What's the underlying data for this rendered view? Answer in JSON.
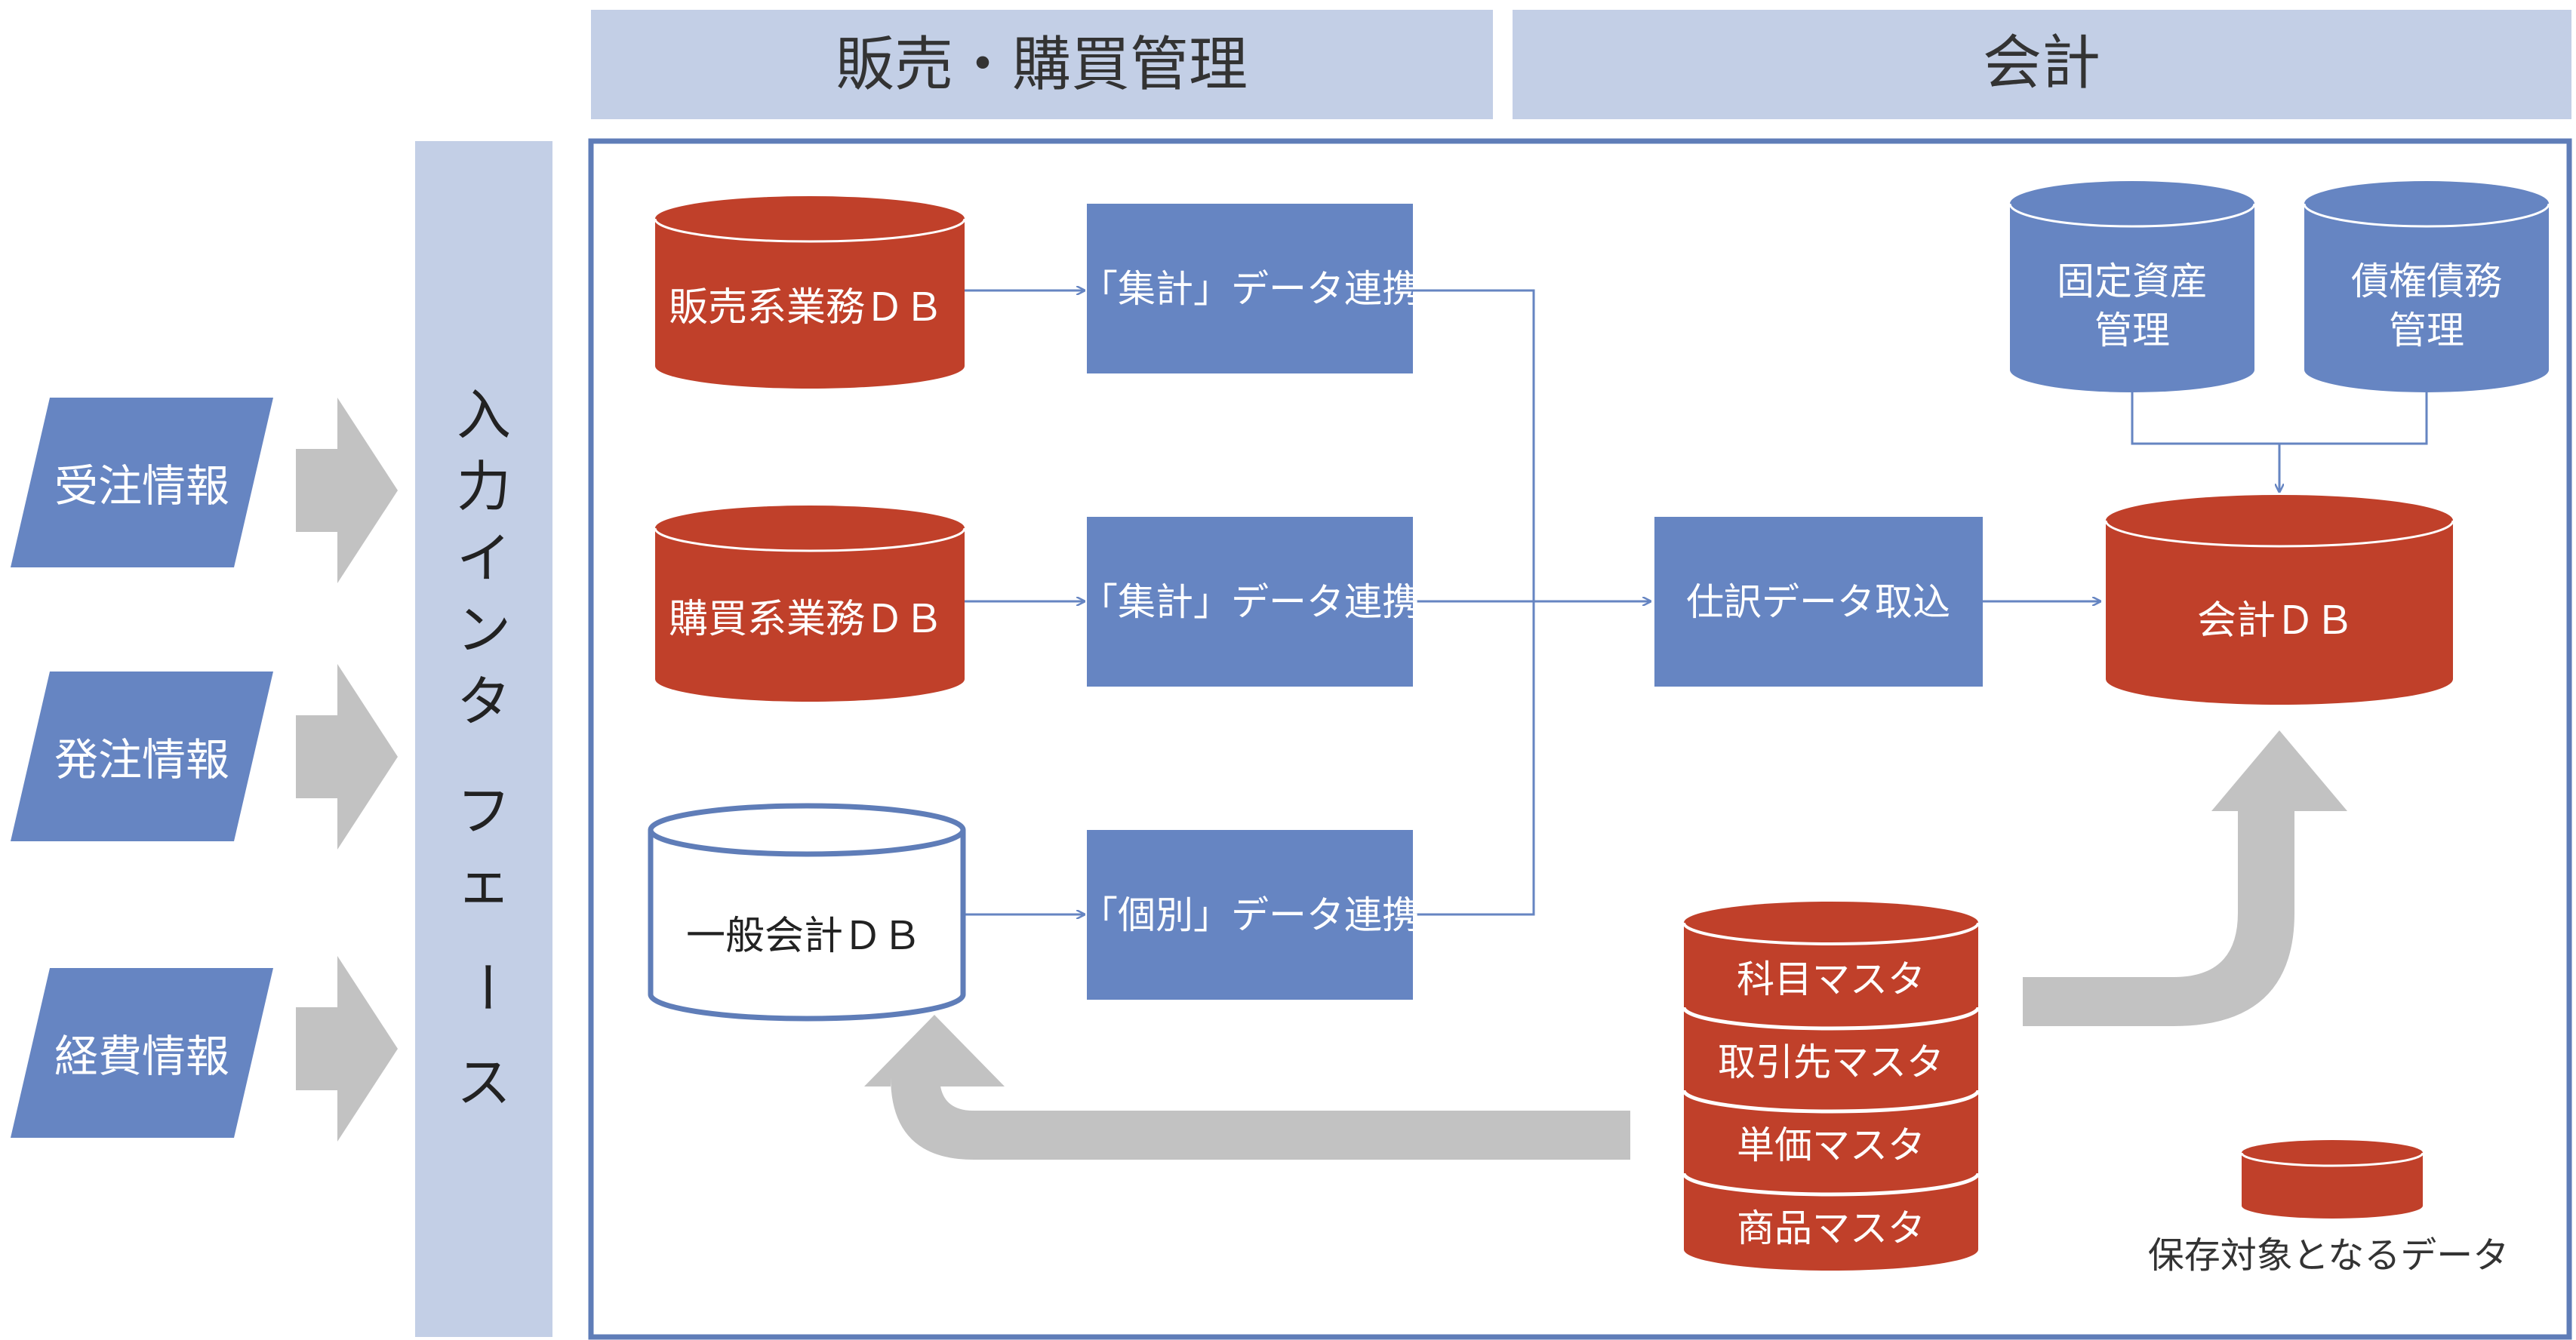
{
  "header": {
    "sales": "販売・購買管理",
    "accounting": "会計"
  },
  "inputs": [
    "受注情報",
    "発注情報",
    "経費情報"
  ],
  "interface_label": [
    "入",
    "力",
    "イ",
    "ン",
    "タ",
    "フ",
    "ェ",
    "ー",
    "ス"
  ],
  "db": {
    "sales": "販売系業務ＤＢ",
    "purchase": "購買系業務ＤＢ",
    "general": "一般会計ＤＢ",
    "fixed_assets": [
      "固定資産",
      "管理"
    ],
    "receivables": [
      "債権債務",
      "管理"
    ],
    "accounting": "会計ＤＢ"
  },
  "process": {
    "agg_sales": "「集計」データ連携",
    "agg_purchase": "「集計」データ連携",
    "individual": "「個別」データ連携",
    "journal_import": "仕訳データ取込"
  },
  "masters": [
    "科目マスタ",
    "取引先マスタ",
    "単価マスタ",
    "商品マスタ"
  ],
  "legend": {
    "label": "保存対象となるデータ"
  },
  "colors": {
    "header_fill": "#c3cfe6",
    "box_fill": "#6685c2",
    "db_red": "#c0402a",
    "frame_border": "#5f7db8",
    "gray_arrow": "#c2c2c2",
    "connector": "#6685c2"
  }
}
